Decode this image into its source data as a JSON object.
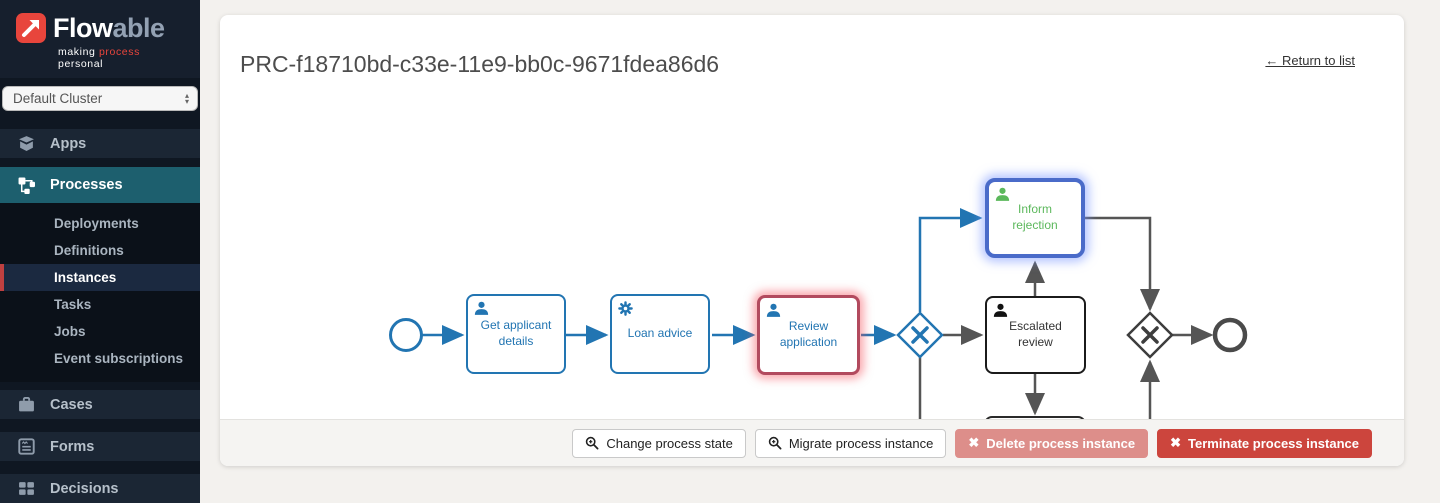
{
  "colors": {
    "brand_red": "#e8453c",
    "sidebar_bg": "#0f1722",
    "nav_active_teal": "#1d5f6e",
    "selected_red_accent": "#bf4040",
    "bpmn_blue": "#2275b2",
    "highlight_red_border": "#b24a5e",
    "highlight_blue_border": "#4a6bc9",
    "task_green_text": "#5cb85c",
    "danger_light_button": "#dd8e8a",
    "danger_button": "#cc453d"
  },
  "sidebar": {
    "brand": {
      "name_primary": "Flow",
      "name_secondary": "able",
      "tagline_word1": "making",
      "tagline_word2": "process",
      "tagline_word3": "personal"
    },
    "cluster_select": {
      "value": "Default Cluster"
    },
    "nav_apps": "Apps",
    "nav_processes": "Processes",
    "subnav": {
      "deployments": "Deployments",
      "definitions": "Definitions",
      "instances": "Instances",
      "tasks": "Tasks",
      "jobs": "Jobs",
      "event_subscriptions": "Event subscriptions"
    },
    "nav_cases": "Cases",
    "nav_forms": "Forms",
    "nav_decisions": "Decisions"
  },
  "header": {
    "title": "PRC-f18710bd-c33e-11e9-bb0c-9671fdea86d6",
    "return_link": "← Return to list"
  },
  "diagram": {
    "tasks": {
      "get_applicant_details": {
        "label": "Get applicant details",
        "type": "user-task",
        "highlight": "none"
      },
      "loan_advice": {
        "label": "Loan advice",
        "type": "service-task",
        "highlight": "none"
      },
      "review_application": {
        "label": "Review application",
        "type": "user-task",
        "highlight": "red-glow"
      },
      "inform_rejection": {
        "label": "Inform rejection",
        "type": "user-task",
        "highlight": "blue-glow"
      },
      "escalated_review": {
        "label": "Escalated review",
        "type": "user-task",
        "highlight": "none"
      }
    },
    "events": {
      "start": "start-event",
      "end": "end-event"
    },
    "gateways": [
      "exclusive-gateway-1",
      "exclusive-gateway-2"
    ]
  },
  "footer": {
    "x_char": "✖",
    "buttons": [
      {
        "label": "Change process state",
        "icon": "magnifier-plus-icon",
        "variant": "default"
      },
      {
        "label": "Migrate process instance",
        "icon": "magnifier-plus-icon",
        "variant": "default"
      },
      {
        "label": "Delete process instance",
        "icon": "x-icon",
        "variant": "danger-light"
      },
      {
        "label": "Terminate process instance",
        "icon": "x-icon",
        "variant": "danger"
      }
    ]
  }
}
